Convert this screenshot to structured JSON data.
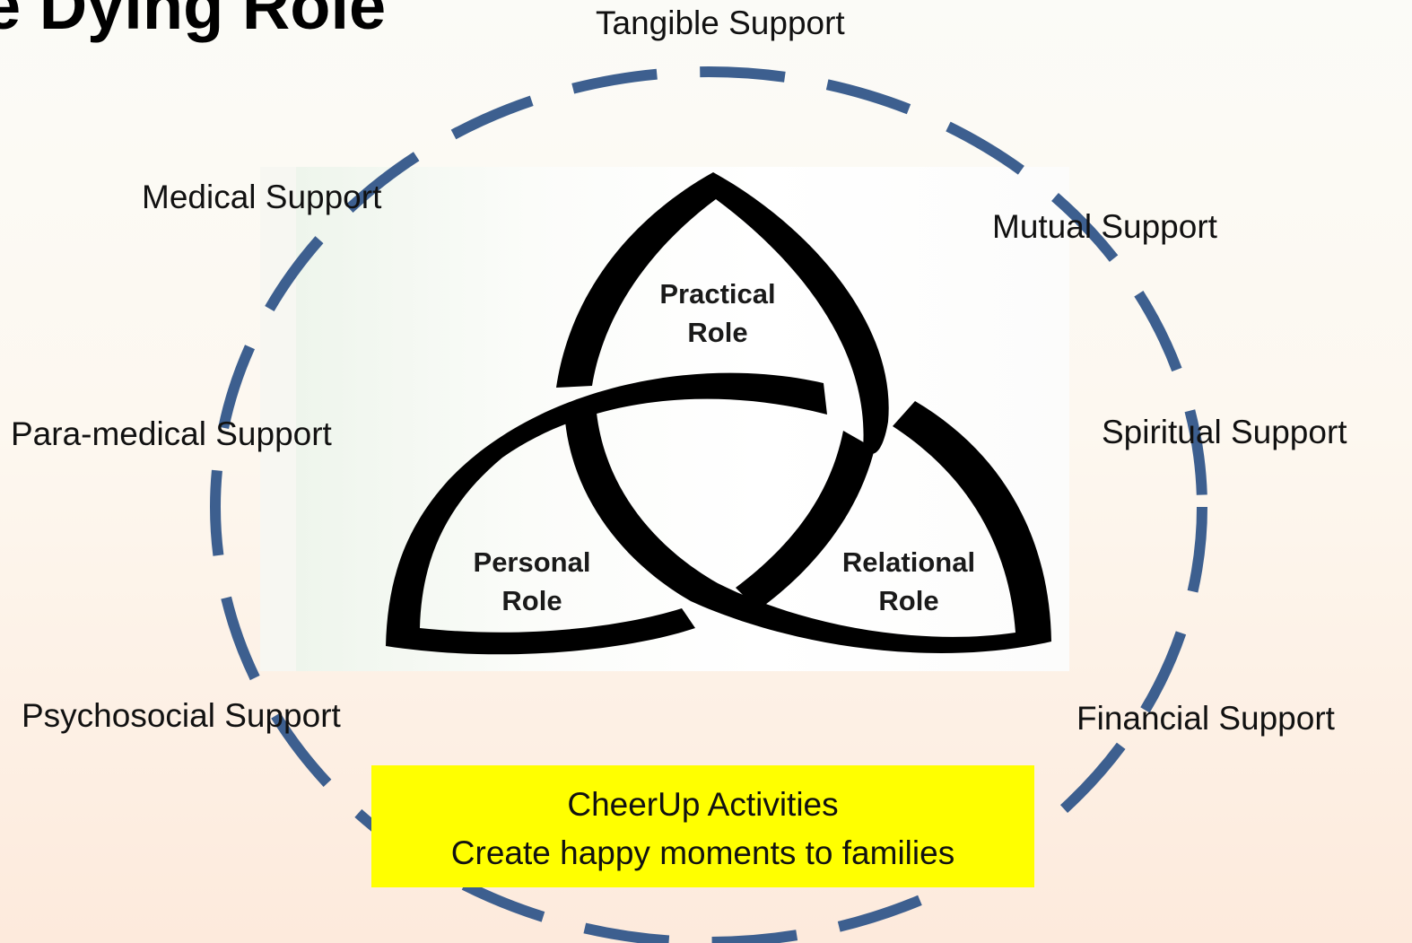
{
  "title": "e Dying Role",
  "supports": {
    "tangible": "Tangible Support",
    "medical": "Medical  Support",
    "mutual": "Mutual Support",
    "paramedical": "Para-medical Support",
    "spiritual": "Spiritual Support",
    "psychosocial": "Psychosocial Support",
    "financial": "Financial Support"
  },
  "roles": {
    "practical": [
      "Practical",
      "Role"
    ],
    "personal": [
      "Personal",
      "Role"
    ],
    "relational": [
      "Relational",
      "Role"
    ]
  },
  "cheerup": {
    "line1": "CheerUp Activities",
    "line2": "Create happy moments to families"
  },
  "colors": {
    "ring": "#3d5f8f",
    "box": "#ffff00",
    "knot": "#000000"
  }
}
